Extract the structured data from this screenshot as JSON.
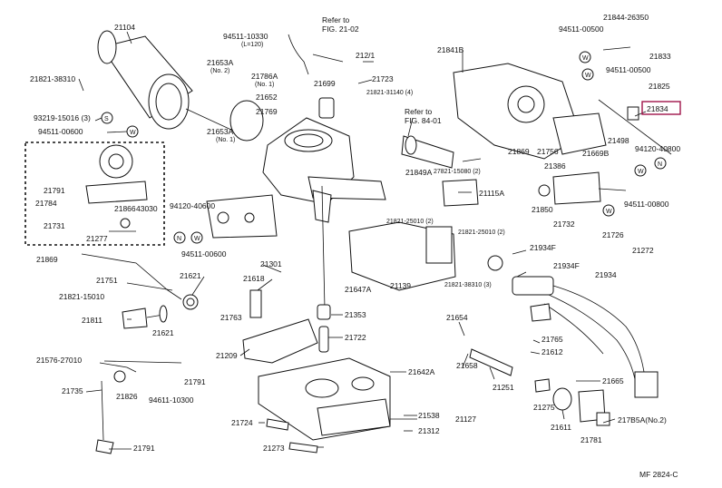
{
  "diagram_id": "MF 2824-C",
  "highlight_color": "#a0144a",
  "references": [
    {
      "id": "ref-fig21",
      "line1": "Refer to",
      "line2": "FIG. 21-02"
    },
    {
      "id": "ref-fig84",
      "line1": "Refer to",
      "line2": "FIG. 84-01"
    }
  ],
  "highlighted_label": "21834",
  "labels": [
    {
      "id": "l1",
      "text": "21104"
    },
    {
      "id": "l2",
      "text": "21821-38310"
    },
    {
      "id": "l3",
      "text": "93219-15016 (3)"
    },
    {
      "id": "l4",
      "text": "94511-00600"
    },
    {
      "id": "l5",
      "text": "94511-10330"
    },
    {
      "id": "l6",
      "text": "(L=120)"
    },
    {
      "id": "l7",
      "text": "21653A"
    },
    {
      "id": "l8",
      "text": "(No. 2)"
    },
    {
      "id": "l9",
      "text": "21786A"
    },
    {
      "id": "l10",
      "text": "(No. 1)"
    },
    {
      "id": "l11",
      "text": "21652"
    },
    {
      "id": "l12",
      "text": "21769"
    },
    {
      "id": "l13",
      "text": "21653A"
    },
    {
      "id": "l14",
      "text": "(No. 1)"
    },
    {
      "id": "l15",
      "text": "212/1"
    },
    {
      "id": "l16",
      "text": "21723"
    },
    {
      "id": "l17",
      "text": "21699"
    },
    {
      "id": "l18",
      "text": "21821-31140 (4)"
    },
    {
      "id": "l19",
      "text": "21841B"
    },
    {
      "id": "l20",
      "text": "94511-00500"
    },
    {
      "id": "l21",
      "text": "21844-26350"
    },
    {
      "id": "l22",
      "text": "21833"
    },
    {
      "id": "l23",
      "text": "94511-00500"
    },
    {
      "id": "l24",
      "text": "21825"
    },
    {
      "id": "l25",
      "text": "21869"
    },
    {
      "id": "l26",
      "text": "21756"
    },
    {
      "id": "l27",
      "text": "21386"
    },
    {
      "id": "l28",
      "text": "21669B"
    },
    {
      "id": "l29",
      "text": "21498"
    },
    {
      "id": "l30",
      "text": "94120-40800"
    },
    {
      "id": "l31",
      "text": "21849A"
    },
    {
      "id": "l32",
      "text": "27821-15080 (2)"
    },
    {
      "id": "l33",
      "text": "21115A"
    },
    {
      "id": "l34",
      "text": "94511-00800"
    },
    {
      "id": "l35",
      "text": "21850"
    },
    {
      "id": "l36",
      "text": "21732"
    },
    {
      "id": "l37",
      "text": "21726"
    },
    {
      "id": "l38",
      "text": "21821-25010 (2)"
    },
    {
      "id": "l39",
      "text": "21821-25010 (2)"
    },
    {
      "id": "l40",
      "text": "21272"
    },
    {
      "id": "l41",
      "text": "21791"
    },
    {
      "id": "l42",
      "text": "21784"
    },
    {
      "id": "l43",
      "text": "21731"
    },
    {
      "id": "l44",
      "text": "21277"
    },
    {
      "id": "l45",
      "text": "21866"
    },
    {
      "id": "l46",
      "text": "43030"
    },
    {
      "id": "l47",
      "text": "94120-40600"
    },
    {
      "id": "l48",
      "text": "94511-00600"
    },
    {
      "id": "l49",
      "text": "21869"
    },
    {
      "id": "l50",
      "text": "21934F"
    },
    {
      "id": "l51",
      "text": "21934F"
    },
    {
      "id": "l52",
      "text": "21934"
    },
    {
      "id": "l53",
      "text": "21821-15010"
    },
    {
      "id": "l54",
      "text": "21751"
    },
    {
      "id": "l55",
      "text": "21621"
    },
    {
      "id": "l56",
      "text": "21301"
    },
    {
      "id": "l57",
      "text": "21618"
    },
    {
      "id": "l58",
      "text": "21647A"
    },
    {
      "id": "l59",
      "text": "21139"
    },
    {
      "id": "l60",
      "text": "21821-38310 (3)"
    },
    {
      "id": "l61",
      "text": "21811"
    },
    {
      "id": "l62",
      "text": "21621"
    },
    {
      "id": "l63",
      "text": "21763"
    },
    {
      "id": "l64",
      "text": "21353"
    },
    {
      "id": "l65",
      "text": "21654"
    },
    {
      "id": "l66",
      "text": "21765"
    },
    {
      "id": "l67",
      "text": "21612"
    },
    {
      "id": "l68",
      "text": "21722"
    },
    {
      "id": "l69",
      "text": "21576-27010"
    },
    {
      "id": "l70",
      "text": "21209"
    },
    {
      "id": "l71",
      "text": "21658"
    },
    {
      "id": "l72",
      "text": "21642A"
    },
    {
      "id": "l73",
      "text": "21791"
    },
    {
      "id": "l74",
      "text": "21735"
    },
    {
      "id": "l75",
      "text": "21826"
    },
    {
      "id": "l76",
      "text": "94611-10300"
    },
    {
      "id": "l77",
      "text": "21251"
    },
    {
      "id": "l78",
      "text": "21665"
    },
    {
      "id": "l79",
      "text": "21275"
    },
    {
      "id": "l80",
      "text": "21538"
    },
    {
      "id": "l81",
      "text": "21127"
    },
    {
      "id": "l82",
      "text": "21724"
    },
    {
      "id": "l83",
      "text": "21312"
    },
    {
      "id": "l84",
      "text": "21611"
    },
    {
      "id": "l85",
      "text": "217B5A(No.2)"
    },
    {
      "id": "l86",
      "text": "21781"
    },
    {
      "id": "l87",
      "text": "21791"
    },
    {
      "id": "l88",
      "text": "21273"
    }
  ]
}
